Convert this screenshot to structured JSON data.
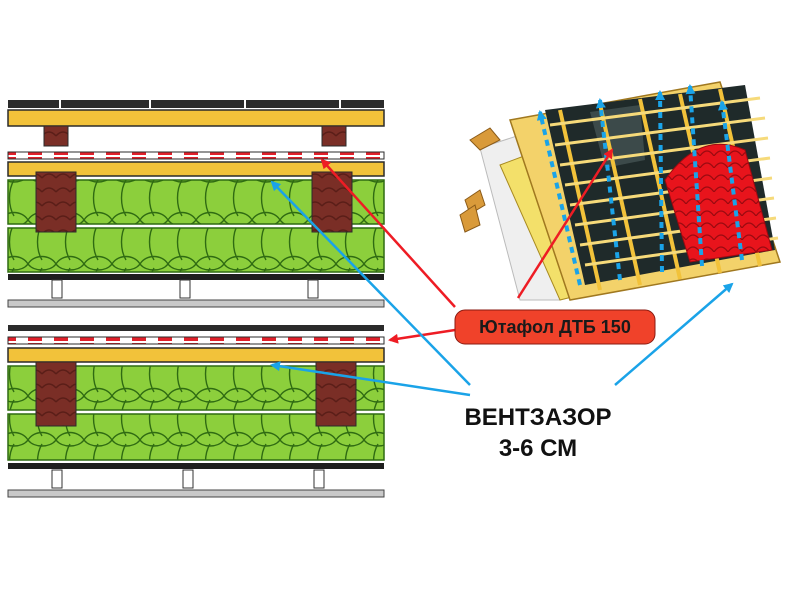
{
  "labels": {
    "membrane": "Ютафол ДТБ 150",
    "gap_line1": "ВЕНТЗАЗОР",
    "gap_line2": "3-6 СМ"
  },
  "colors": {
    "insulation": "#8ccf3c",
    "insulation_edge": "#3f7f1a",
    "timber": "#7a2e26",
    "batten": "#f2c23a",
    "membrane_red": "#e0202a",
    "arrow_red": "#ee1c24",
    "arrow_blue": "#1aa3e8",
    "callout_bg": "#f0422a",
    "roof_tile": "#e8141c",
    "roof_wood": "#f3d26a"
  }
}
